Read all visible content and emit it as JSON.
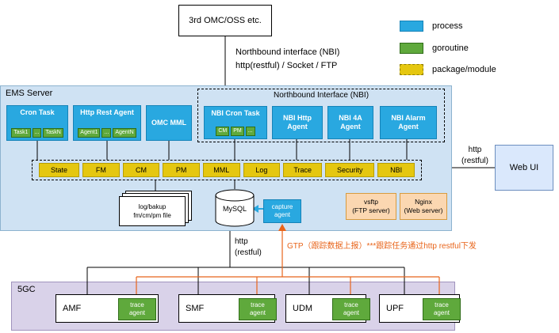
{
  "colors": {
    "process_blue": "#29a8e0",
    "goroutine_green": "#5fa93c",
    "package_yellow": "#e5c710",
    "ems_fill": "#cfe2f3",
    "core_fill": "#d9d2e9",
    "server_box_fill": "#fbd7b1",
    "orange_line": "#e8641a"
  },
  "external": {
    "omc_box_label": "3rd OMC/OSS etc.",
    "nbi_note_line1": "Northbound interface (NBI)",
    "nbi_note_line2": "http(restful) / Socket / FTP"
  },
  "legend": {
    "process": "process",
    "goroutine": "goroutine",
    "package": "package/module"
  },
  "ems": {
    "title": "EMS Server",
    "cron_task": {
      "label": "Cron Task",
      "children": [
        "Task1",
        "...",
        "TaskN"
      ]
    },
    "http_rest_agent": {
      "label": "Http Rest Agent",
      "children": [
        "Agent1",
        "...",
        "AgentN"
      ]
    },
    "omc_mml": {
      "label": "OMC MML"
    },
    "nbi_group": {
      "title": "Northbound Interface (NBI)",
      "cron_task": {
        "label": "NBI Cron Task",
        "children": [
          "CM",
          "PM",
          "..."
        ]
      },
      "http_agent": "NBI Http Agent",
      "foura_agent": "NBI 4A Agent",
      "alarm_agent": "NBI Alarm Agent"
    },
    "modules": [
      "State",
      "FM",
      "CM",
      "PM",
      "MML",
      "Log",
      "Trace",
      "Security",
      "NBI"
    ],
    "file_store": {
      "line1": "log/bakup",
      "line2": "fm/cm/pm file"
    },
    "mysql_label": "MySQL",
    "capture_agent": "capture agent",
    "vsftp": {
      "line1": "vsftp",
      "line2": "(FTP server)"
    },
    "nginx": {
      "line1": "Nginx",
      "line2": "(Web server)"
    }
  },
  "right": {
    "http_line1": "http",
    "http_line2": "(restful)",
    "webui_label": "Web UI"
  },
  "south": {
    "http_line1": "http",
    "http_line2": "(restful)",
    "gtp_note": "GTP（跟踪数据上报）***跟踪任务通过http restful下发"
  },
  "core": {
    "title": "5GC",
    "nfs": [
      {
        "name": "AMF",
        "agent": "trace agent"
      },
      {
        "name": "SMF",
        "agent": "trace agent"
      },
      {
        "name": "UDM",
        "agent": "trace agent"
      },
      {
        "name": "UPF",
        "agent": "trace agent"
      }
    ]
  }
}
